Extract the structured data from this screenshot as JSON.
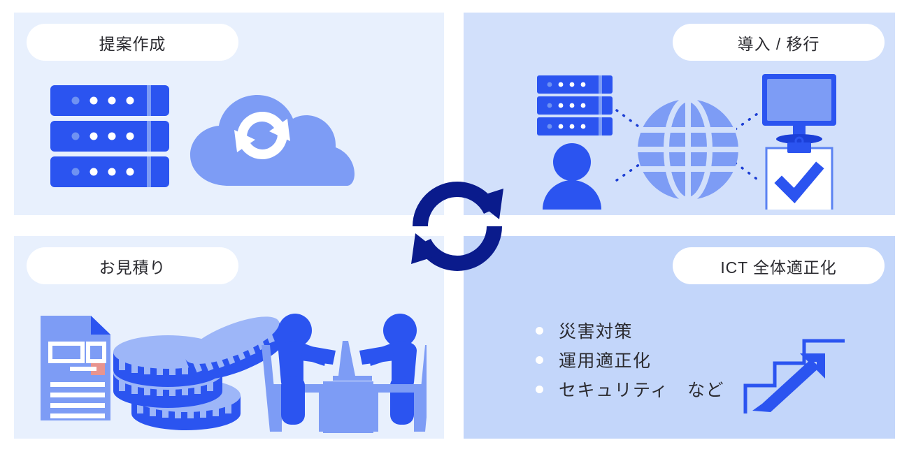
{
  "diagram": {
    "title_hidden": "",
    "layout": "2x2 quadrant cycle diagram with central circular-arrow icon",
    "colors": {
      "panel_light": "#e8f0fd",
      "panel_mid": "#d2e0fb",
      "panel_strong": "#c3d6fa",
      "pill_bg": "#ffffff",
      "text": "#2b2b30",
      "brand_blue": "#2b54f0",
      "brand_blue_light": "#7d9cf5",
      "brand_navy": "#0a1b8c",
      "accent_salmon": "#e8948f",
      "white": "#ffffff"
    }
  },
  "quadrants": [
    {
      "id": "proposal",
      "label": "提案作成",
      "position": "top-left",
      "icons": [
        "server-rack-icon",
        "cloud-sync-icon"
      ]
    },
    {
      "id": "deployment",
      "label": "導入 / 移行",
      "position": "top-right",
      "icons": [
        "server-rack-icon",
        "user-icon",
        "globe-icon",
        "monitor-icon",
        "clipboard-check-icon"
      ]
    },
    {
      "id": "estimate",
      "label": "お見積り",
      "position": "bottom-left",
      "icons": [
        "document-icon",
        "coins-icon",
        "meeting-icon"
      ]
    },
    {
      "id": "ict-optimization",
      "label": "ICT 全体適正化",
      "position": "bottom-right",
      "icons": [
        "stairs-growth-arrow-icon"
      ]
    }
  ],
  "bullets": [
    "災害対策",
    "運用適正化",
    "セキュリティ　など"
  ],
  "center": {
    "icon": "cycle-arrows-icon",
    "color": "#0a1b8c"
  }
}
